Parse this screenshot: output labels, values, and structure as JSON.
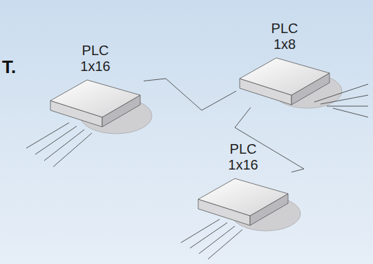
{
  "diagram": {
    "nodes": [
      {
        "text": [
          "PLC 1x16"
        ]
      },
      {
        "text": [
          "PLC 1x8"
        ]
      },
      {
        "text": [
          "PLC 1x16"
        ]
      }
    ],
    "edges": [
      {
        "from": 0,
        "to": 1,
        "arrow": "none"
      },
      {
        "from": 1,
        "to": 2,
        "arrow": "none"
      }
    ],
    "labels": [
      "T."
    ]
  }
}
